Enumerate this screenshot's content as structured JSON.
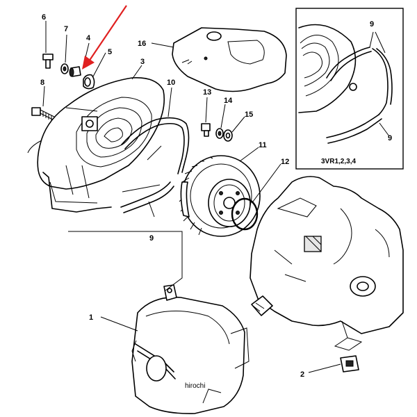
{
  "callouts": {
    "p1": "1",
    "p2": "2",
    "p3": "3",
    "p4": "4",
    "p5": "5",
    "p6": "6",
    "p7": "7",
    "p8": "8",
    "p9a": "9",
    "p9b": "9",
    "p9c": "9",
    "p10": "10",
    "p11": "11",
    "p12": "12",
    "p13": "13",
    "p14": "14",
    "p15": "15",
    "p16": "16"
  },
  "inset": {
    "caption": "3VR1,2,3,4"
  },
  "watermark": "hirochi",
  "colors": {
    "arrow": "#e02020",
    "line": "#000000"
  }
}
